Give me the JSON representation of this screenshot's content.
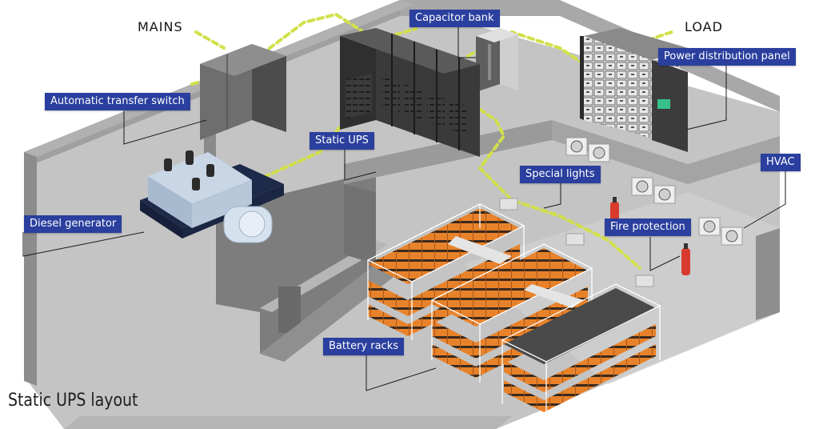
{
  "labels": {
    "mains": "MAINS",
    "load": "LOAD",
    "capacitor_bank": "Capacitor bank",
    "power_distribution_panel": "Power distribution panel",
    "automatic_transfer_switch": "Automatic transfer switch",
    "static_ups": "Static UPS",
    "special_lights": "Special lights",
    "hvac": "HVAC",
    "diesel_generator": "Diesel generator",
    "fire_protection": "Fire protection",
    "battery_racks": "Battery racks"
  },
  "caption": "Static UPS layout",
  "colors": {
    "callout_bg": "#2a3f9e",
    "callout_text": "#ffffff",
    "wall": "#7e7e7e",
    "wall_top": "#a9a9a9",
    "floor": "#c2c2c2",
    "cabinet": "#3a3a3a",
    "cable": "#d2e04a",
    "battery": "#e8822a",
    "extinguisher": "#d83a2e"
  }
}
